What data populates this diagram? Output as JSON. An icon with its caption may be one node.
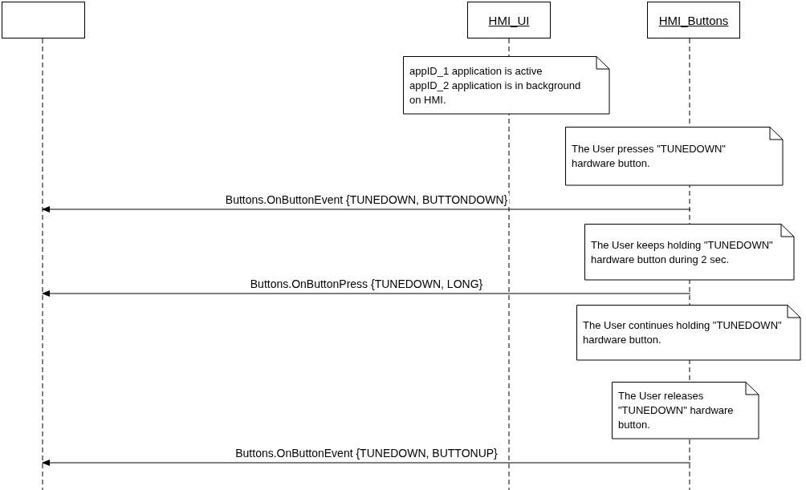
{
  "diagram": {
    "nodes": [
      {
        "text": [],
        "shape": "box"
      },
      {
        "text": [
          "HMI_UI"
        ]
      },
      {
        "text": [
          "HMI_Buttons"
        ]
      },
      {
        "text": [
          "appID_1 application is active appID_2 application is in background on HMI."
        ]
      },
      {
        "text": [
          "The User presses \"TUNEDOWN\" hardware button."
        ]
      },
      {
        "text": [
          "The User keeps holding \"TUNEDOWN\" hardware button during 2 sec."
        ]
      },
      {
        "text": [
          "The User continues holding \"TUNEDOWN\" hardware button."
        ]
      },
      {
        "text": [
          "The User releases \"TUNEDOWN\" hardware button."
        ]
      }
    ],
    "edges": [
      {
        "from": 2,
        "to": 0,
        "arrow": "to",
        "label": "Buttons.OnButtonEvent {TUNEDOWN, BUTTONDOWN}"
      },
      {
        "from": 2,
        "to": 0,
        "arrow": "to",
        "label": "Buttons.OnButtonPress {TUNEDOWN, LONG}"
      },
      {
        "from": 2,
        "to": 0,
        "arrow": "to",
        "label": "Buttons.OnButtonEvent {TUNEDOWN, BUTTONUP}"
      }
    ]
  }
}
